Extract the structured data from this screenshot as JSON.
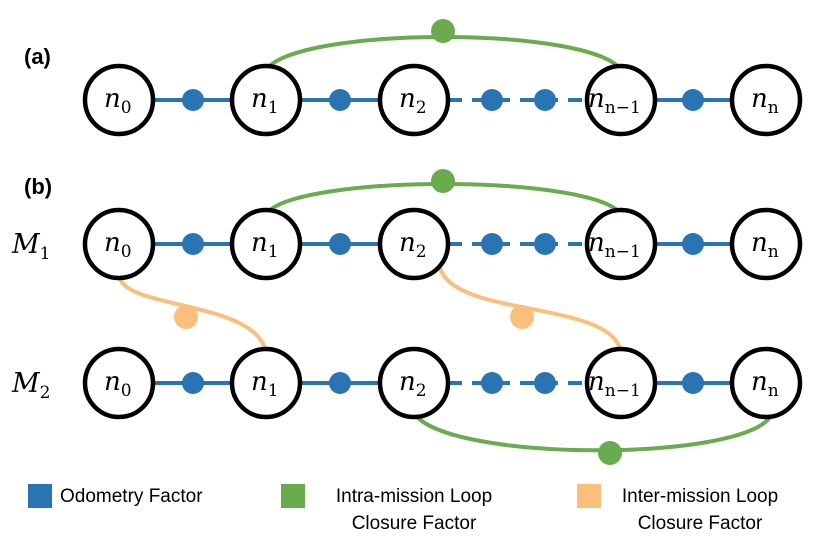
{
  "colors": {
    "odometry": "#2a74b3",
    "intra": "#6aab4e",
    "inter": "#fbbf7c",
    "node_stroke": "#000000"
  },
  "panels": {
    "a": {
      "label": "(a)"
    },
    "b": {
      "label": "(b)"
    }
  },
  "missions": [
    {
      "letter": "M",
      "sub": "1"
    },
    {
      "letter": "M",
      "sub": "2"
    }
  ],
  "nodes": [
    {
      "base": "n",
      "sub": "0"
    },
    {
      "base": "n",
      "sub": "1"
    },
    {
      "base": "n",
      "sub": "2"
    },
    {
      "base": "n",
      "sub": "n−1"
    },
    {
      "base": "n",
      "sub": "n"
    }
  ],
  "legend": [
    {
      "color_key": "odometry",
      "lines": [
        "Odometry Factor"
      ]
    },
    {
      "color_key": "intra",
      "lines": [
        "Intra-mission Loop",
        "Closure Factor"
      ]
    },
    {
      "color_key": "inter",
      "lines": [
        "Inter-mission Loop",
        "Closure Factor"
      ]
    }
  ]
}
